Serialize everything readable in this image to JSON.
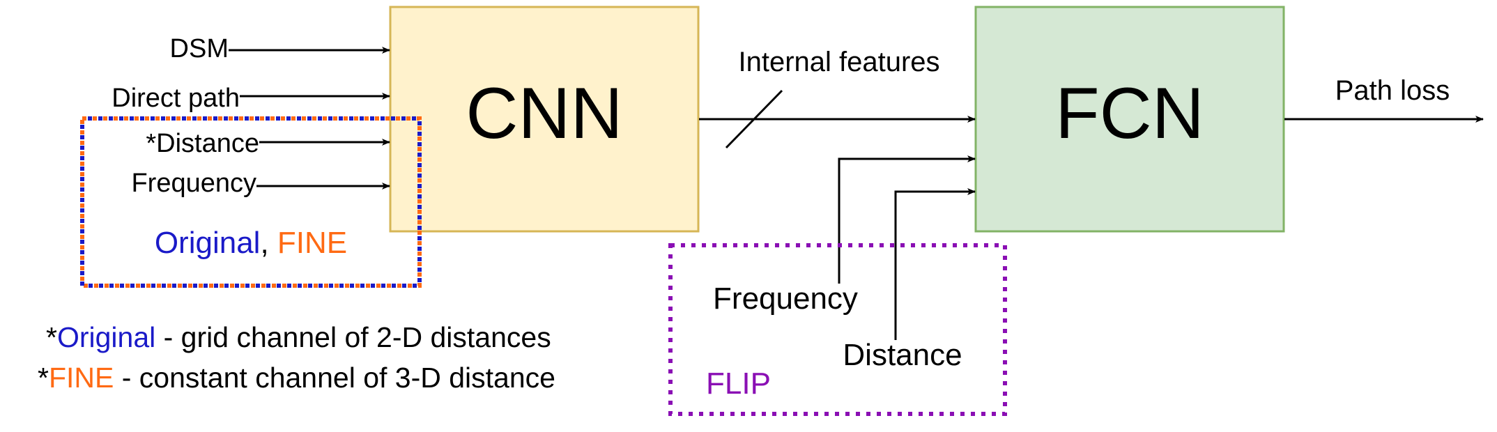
{
  "colors": {
    "cnn_fill": "#fff2cc",
    "cnn_stroke": "#d6b656",
    "fcn_fill": "#d5e8d4",
    "fcn_stroke": "#82b366",
    "blue": "#1a1ac8",
    "orange": "#ff6a13",
    "purple": "#8a0fb4",
    "black": "#000000"
  },
  "cnn": {
    "label": "CNN"
  },
  "fcn": {
    "label": "FCN"
  },
  "cnn_inputs": {
    "dsm": "DSM",
    "direct_path": "Direct path",
    "distance": "*Distance",
    "frequency": "Frequency"
  },
  "internal_features": "Internal features",
  "output": "Path loss",
  "group_original_fine": {
    "original": "Original",
    "comma": ",",
    "fine": "FINE"
  },
  "footnotes": {
    "original_prefix": "*",
    "original_word": "Original",
    "original_text": " - grid channel of 2-D distances",
    "fine_prefix": "*",
    "fine_word": "FINE",
    "fine_text": " - constant channel of 3-D distance"
  },
  "flip_group": {
    "frequency": "Frequency",
    "distance": "Distance",
    "label": "FLIP"
  }
}
